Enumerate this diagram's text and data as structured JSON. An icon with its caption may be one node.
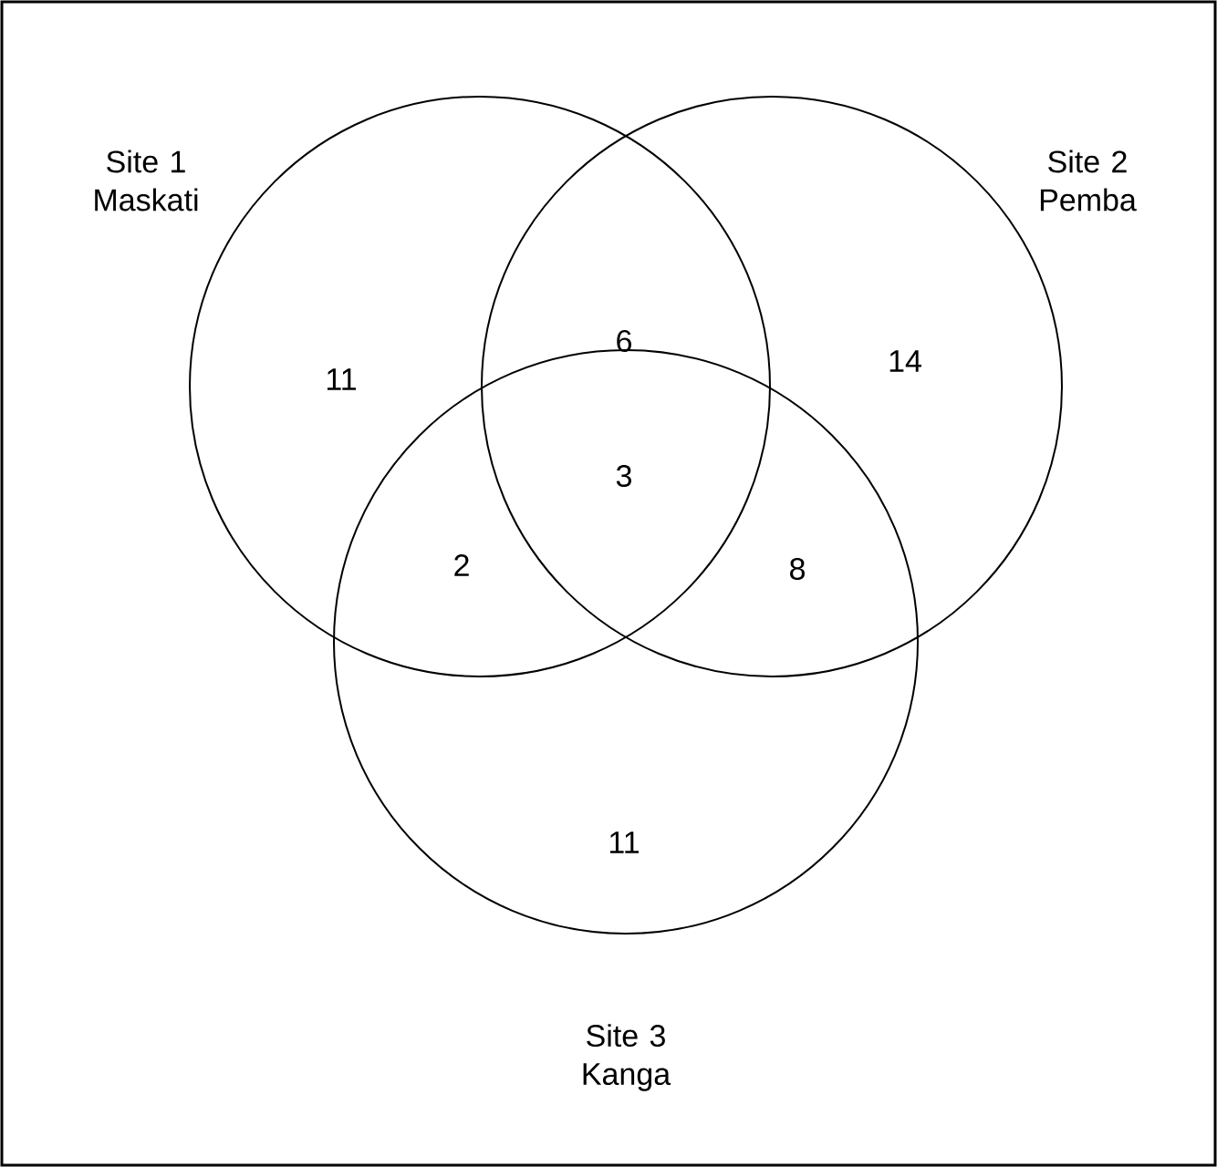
{
  "diagram": {
    "nodes": [
      {
        "text": [
          "Site 1 Maskati"
        ]
      },
      {
        "text": [
          "Site 2 Pemba"
        ]
      },
      {
        "text": [
          "Site 3 Kanga"
        ]
      }
    ],
    "labels": [
      "11",
      "6",
      "14",
      "3",
      "2",
      "8",
      "11"
    ]
  }
}
